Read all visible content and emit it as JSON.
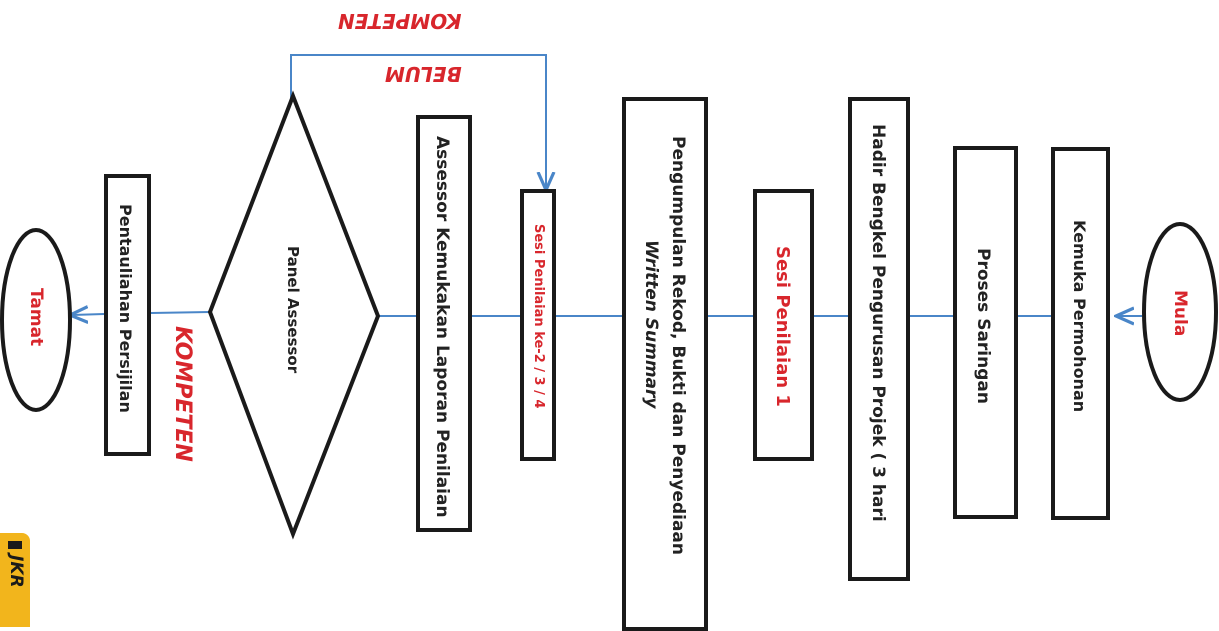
{
  "nodes": {
    "mula": "Mula",
    "kemuka_permohonan": "Kemuka Permohonan",
    "proses_saringan": "Proses Saringan",
    "hadir_bengkel": "Hadir Bengkel Pengurusan Projek ( 3 hari",
    "sesi_penilaian_1": "Sesi Penilaian 1",
    "pengumpulan_line1": "Pengumpulan Rekod, Bukti dan Penyediaan",
    "pengumpulan_line2": "Written Summary",
    "sesi_penilaian_234": "Sesi Penilaian ke-2 / 3 / 4",
    "assessor_laporan": "Assessor Kemukakan Laporan Penilaian",
    "panel_assessor": "Panel Assessor",
    "pentauliahan": "Pentauliahan Persijilan",
    "tamat": "Tamat"
  },
  "edge_labels": {
    "kompeten_main": "KOMPETEN",
    "kompeten_top": "KOMPETEN",
    "belum": "BELUM"
  },
  "logo_text": "JKR",
  "colors": {
    "accent_red": "#d8262c",
    "connector_blue": "#4a86c8",
    "border": "#1a1a1a",
    "logo_yellow": "#f2b51c"
  }
}
